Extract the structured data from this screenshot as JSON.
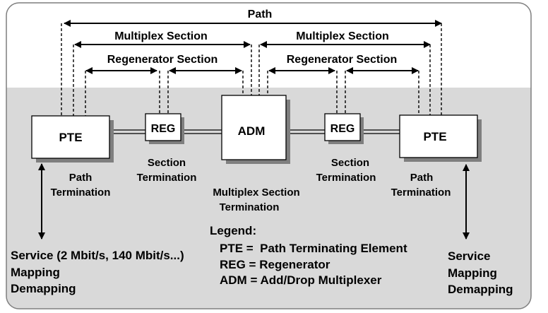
{
  "labels": {
    "path": "Path",
    "mux_left": "Multiplex Section",
    "mux_right": "Multiplex Section",
    "regen_left": "Regenerator Section",
    "regen_right": "Regenerator Section"
  },
  "boxes": {
    "pte_left": "PTE",
    "reg_left": "REG",
    "adm": "ADM",
    "reg_right": "REG",
    "pte_right": "PTE"
  },
  "terminations": {
    "path_left": [
      "Path",
      "Termination"
    ],
    "section_left": [
      "Section",
      "Termination"
    ],
    "mux_section": [
      "Multiplex Section",
      "Termination"
    ],
    "section_right": [
      "Section",
      "Termination"
    ],
    "path_right": [
      "Path",
      "Termination"
    ]
  },
  "legend": {
    "title": "Legend:",
    "items": [
      "PTE =  Path Terminating Element",
      "REG = Regenerator",
      "ADM = Add/Drop Multiplexer"
    ]
  },
  "service_left": [
    "Service (2 Mbit/s, 140 Mbit/s...)",
    "Mapping",
    "Demapping"
  ],
  "service_right": [
    "Service",
    "Mapping",
    "Demapping"
  ],
  "colors": {
    "background_top": "#ffffff",
    "background_bottom": "#d9d9d9",
    "border": "#7f7f7f",
    "box_fill": "#ffffff",
    "box_shadow": "#7f7f7f"
  }
}
